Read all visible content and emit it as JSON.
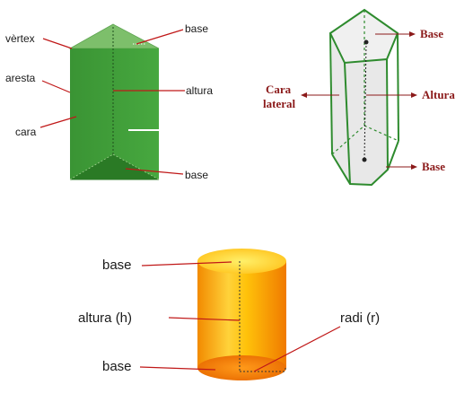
{
  "triangular_prism": {
    "labels": {
      "vertex": "vèrtex",
      "edge": "aresta",
      "face": "cara",
      "base_top": "base",
      "height": "altura",
      "base_bottom": "base"
    },
    "colors": {
      "front_face": "#3f9b39",
      "top_face": "#7dbf6b",
      "bottom_face": "#2a7a25",
      "pointer": "#c01818"
    }
  },
  "pentagonal_prism": {
    "labels": {
      "base_top": "Base",
      "lateral_face_line1": "Cara",
      "lateral_face_line2": "lateral",
      "height": "Altura",
      "base_bottom": "Base"
    },
    "colors": {
      "edge": "#2e8b2e",
      "fill": "#e6e6e6",
      "label": "#8b1a1a"
    }
  },
  "cylinder": {
    "labels": {
      "base_top": "base",
      "height": "altura (h)",
      "radius": "radi (r)",
      "base_bottom": "base"
    },
    "colors": {
      "body_light": "#ffd23a",
      "body_dark": "#f07a00",
      "pointer": "#c01818"
    }
  }
}
